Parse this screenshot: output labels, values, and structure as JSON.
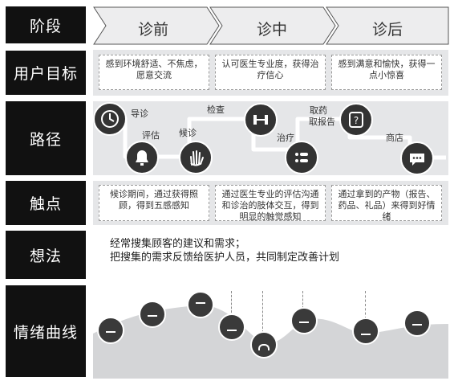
{
  "rows": {
    "stage": "阶段",
    "goal": "用户目标",
    "path": "路径",
    "touchpoint": "触点",
    "thoughts": "想法",
    "emotion": "情绪曲线"
  },
  "stages": [
    "诊前",
    "诊中",
    "诊后"
  ],
  "goals": [
    "感到环境舒适、不焦虑，愿意交流",
    "认可医生专业度，获得治疗信心",
    "感到满意和愉快，获得一点小惊喜"
  ],
  "path_steps": {
    "guide": "导诊",
    "assess": "评估",
    "wait": "候诊",
    "check": "检查",
    "treat": "治疗",
    "pickup": "取药",
    "report": "取报告",
    "store": "商店"
  },
  "icons": [
    "clock-icon",
    "bell-icon",
    "hand-icon",
    "dumbbell-icon",
    "list-icon",
    "question-icon",
    "chat-icon"
  ],
  "touchpoints": [
    "候诊期间，通过获得照顾，得到五感感知",
    "通过医生专业的评估沟通和诊治的肢体交互，得到明显的触觉感知",
    "通过拿到的产物（报告、药品、礼品）来得到好情绪"
  ],
  "thoughts": [
    "经常搜集顾客的建议和需求；",
    "把搜集的需求反馈给医护人员，共同制定改善计划"
  ],
  "emotion_points": [
    "neutral",
    "neutral",
    "happy",
    "low",
    "sad",
    "neutral",
    "low",
    "neutral"
  ],
  "colors": {
    "label_bg": "#111111",
    "band_bg": "#e5e6e8",
    "icon_bg": "#333333",
    "curve_fill": "#d4d5d7"
  }
}
